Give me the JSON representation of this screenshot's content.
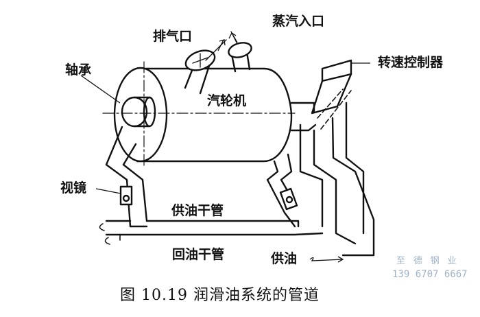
{
  "labels": {
    "exhaust": "排气口",
    "steam_inlet": "蒸汽入口",
    "bearing": "轴承",
    "speed_controller": "转速控制器",
    "turbine": "汽轮机",
    "sight_glass": "视镜",
    "supply_main": "供油干管",
    "return_main": "回油干管",
    "oil_supply": "供油"
  },
  "caption": "图 10.19   润滑油系统的管道",
  "watermark": {
    "line1": "至 德 钢 业",
    "line2": "139 6707 6667"
  }
}
